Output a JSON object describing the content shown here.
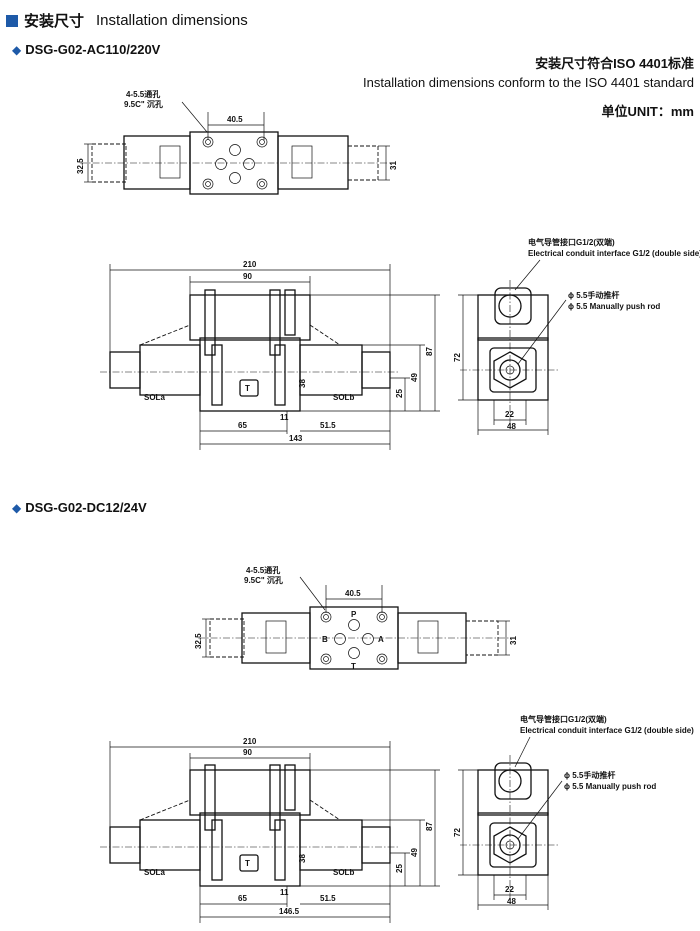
{
  "header": {
    "title_cn": "安装尺寸",
    "title_en": "Installation dimensions"
  },
  "standard": {
    "line1": "安装尺寸符合ISO 4401标准",
    "line2": "Installation dimensions conform to the ISO 4401 standard",
    "unit": "单位UNIT：mm"
  },
  "models": [
    {
      "name": "DSG-G02-AC110/220V",
      "hole_note": [
        "4-5.5通孔",
        "9.5C\" 沉孔"
      ],
      "top": {
        "pitch": "40.5",
        "height_left": "32.5",
        "height_right": "31",
        "ports": []
      },
      "conduit_note": [
        "电气导管接口G1/2(双端)",
        "Electrical conduit interface G1/2 (double side)"
      ],
      "pushrod_note": [
        "ϕ 5.5手动推杆",
        "ϕ 5.5 Manually push rod"
      ],
      "side": {
        "overall": "210",
        "body": "90",
        "left": "65",
        "center_gap": "11",
        "right": "51.5",
        "total": "143",
        "h87": "87",
        "h49": "49",
        "h25": "25",
        "h38": "38",
        "sol_a": "SOLa",
        "sol_b": "SOLb",
        "port_t": "T"
      },
      "end": {
        "h72": "72",
        "w22": "22",
        "w48": "48"
      }
    },
    {
      "name": "DSG-G02-DC12/24V",
      "hole_note": [
        "4-5.5通孔",
        "9.5C\" 沉孔"
      ],
      "top": {
        "pitch": "40.5",
        "height_left": "32.5",
        "height_right": "31",
        "ports": [
          "P",
          "B",
          "A",
          "T"
        ]
      },
      "conduit_note": [
        "电气导管接口G1/2(双端)",
        "Electrical conduit interface G1/2 (double side)"
      ],
      "pushrod_note": [
        "ϕ 5.5手动推杆",
        "ϕ 5.5 Manually push rod"
      ],
      "side": {
        "overall": "210",
        "body": "90",
        "left": "65",
        "center_gap": "11",
        "right": "51.5",
        "total": "146.5",
        "h87": "87",
        "h49": "49",
        "h25": "25",
        "h38": "38",
        "sol_a": "SOLa",
        "sol_b": "SOLb",
        "port_t": "T"
      },
      "end": {
        "h72": "72",
        "w22": "22",
        "w48": "48"
      }
    }
  ]
}
